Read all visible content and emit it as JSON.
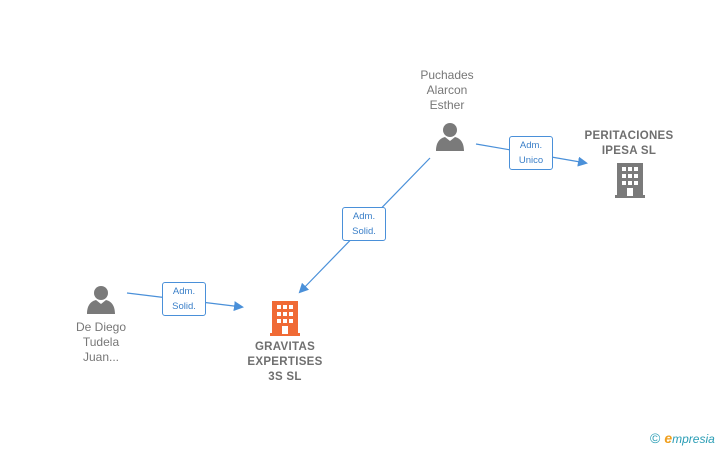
{
  "nodes": {
    "puchades": {
      "label": "Puchades\nAlarcon\nEsther"
    },
    "peritaciones": {
      "label": "PERITACIONES\nIPESA SL"
    },
    "dediego": {
      "label": "De Diego\nTudela\nJuan..."
    },
    "gravitas": {
      "label": "GRAVITAS\nEXPERTISES\n3S  SL"
    }
  },
  "edges": {
    "puchades_peritaciones": {
      "label": "Adm.\nUnico"
    },
    "puchades_gravitas": {
      "label": "Adm.\nSolid."
    },
    "dediego_gravitas": {
      "label": "Adm.\nSolid."
    }
  },
  "colors": {
    "edge": "#4a90d9",
    "person_icon": "#7a7a7a",
    "company_icon": "#7a7a7a",
    "focus_company_icon": "#f06a35"
  },
  "brand": {
    "copyright": "©",
    "e": "e",
    "rest": "mpresia"
  }
}
